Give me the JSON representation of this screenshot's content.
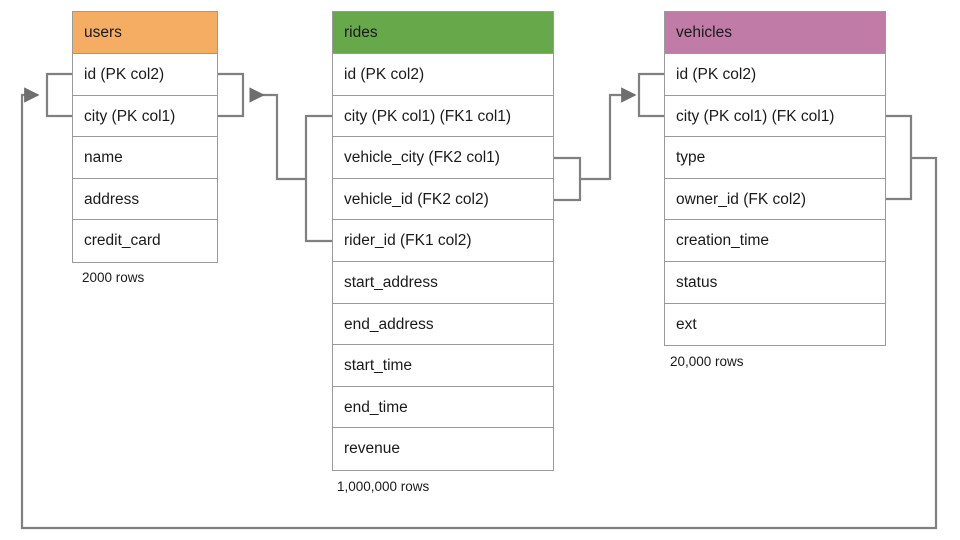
{
  "diagram": {
    "title": "database-schema-er-diagram",
    "background": "#ffffff",
    "line_color": "#808080",
    "border_color": "#9a9a9a"
  },
  "tables": [
    {
      "id": "users",
      "name": "users",
      "header_color": "#f4ad63",
      "row_count_label": "2000 rows",
      "fields": [
        {
          "label": "id (PK col2)"
        },
        {
          "label": "city (PK col1)"
        },
        {
          "label": "name"
        },
        {
          "label": "address"
        },
        {
          "label": "credit_card"
        }
      ]
    },
    {
      "id": "rides",
      "name": "rides",
      "header_color": "#67a94a",
      "row_count_label": "1,000,000 rows",
      "fields": [
        {
          "label": "id (PK col2)"
        },
        {
          "label": "city (PK col1) (FK1 col1)"
        },
        {
          "label": "vehicle_city (FK2 col1)"
        },
        {
          "label": "vehicle_id (FK2 col2)"
        },
        {
          "label": "rider_id (FK1 col2)"
        },
        {
          "label": "start_address"
        },
        {
          "label": "end_address"
        },
        {
          "label": "start_time"
        },
        {
          "label": "end_time"
        },
        {
          "label": "revenue"
        }
      ]
    },
    {
      "id": "vehicles",
      "name": "vehicles",
      "header_color": "#c07ca6",
      "row_count_label": "20,000 rows",
      "fields": [
        {
          "label": "id (PK col2)"
        },
        {
          "label": "city (PK col1) (FK col1)"
        },
        {
          "label": "type"
        },
        {
          "label": "owner_id (FK col2)"
        },
        {
          "label": "creation_time"
        },
        {
          "label": "status"
        },
        {
          "label": "ext"
        }
      ]
    }
  ],
  "relationships": [
    {
      "id": "rides-fk1-to-users",
      "from_table": "rides",
      "from_fields": [
        "city (PK col1) (FK1 col1)",
        "rider_id (FK1 col2)"
      ],
      "to_table": "users",
      "to_fields": [
        "id (PK col2)",
        "city (PK col1)"
      ],
      "arrow": "left"
    },
    {
      "id": "rides-fk2-to-vehicles",
      "from_table": "rides",
      "from_fields": [
        "vehicle_city (FK2 col1)",
        "vehicle_id (FK2 col2)"
      ],
      "to_table": "vehicles",
      "to_fields": [
        "id (PK col2)",
        "city (PK col1) (FK col1)"
      ],
      "arrow": "right"
    },
    {
      "id": "vehicles-fk-to-users",
      "from_table": "vehicles",
      "from_fields": [
        "city (PK col1) (FK col1)",
        "owner_id (FK col2)"
      ],
      "to_table": "users",
      "to_fields": [
        "id (PK col2)",
        "city (PK col1)"
      ],
      "arrow": "right"
    }
  ]
}
